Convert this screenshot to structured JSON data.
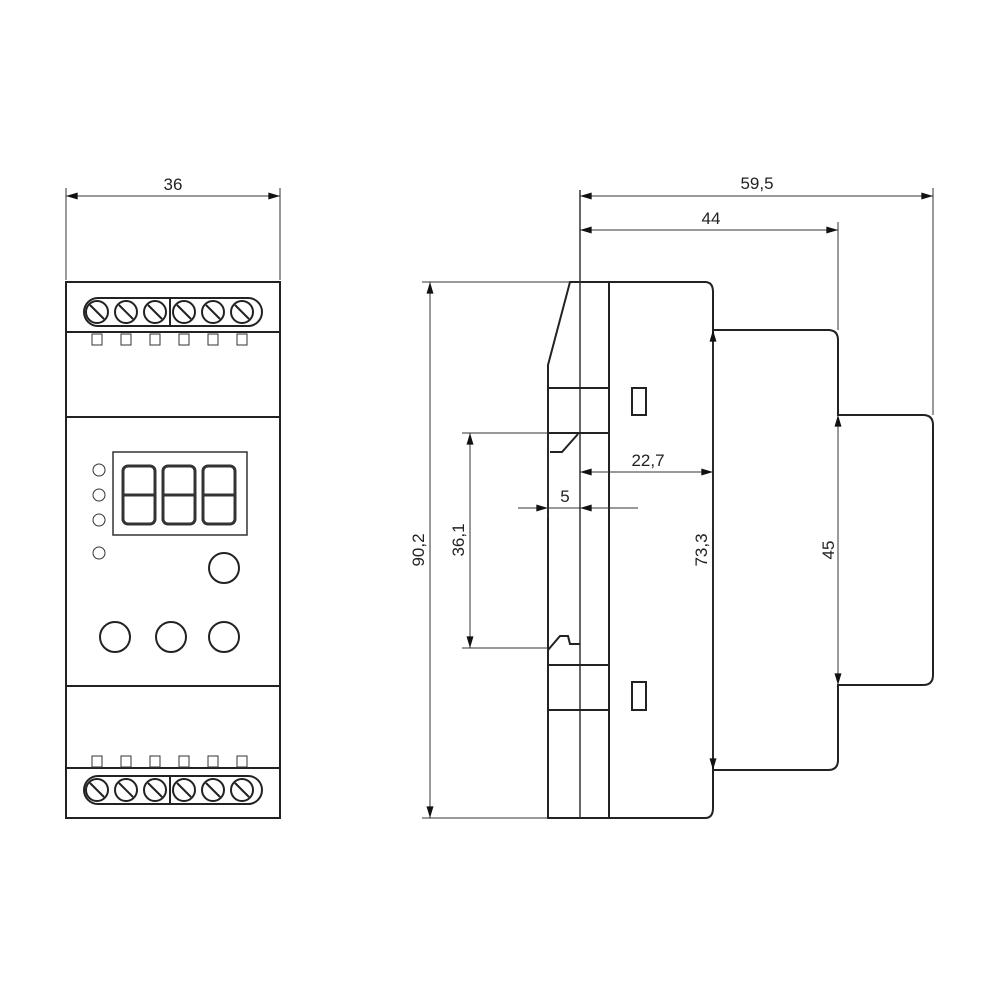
{
  "dimensions": {
    "front_width": "36",
    "total_depth": "59,5",
    "body_depth": "44",
    "height": "90,2",
    "rail_height": "36,1",
    "rail_offset": "22,7",
    "clip_width": "5",
    "front_height": "73,3",
    "step_height": "45"
  },
  "colors": {
    "line": "#222222",
    "background": "#ffffff"
  }
}
